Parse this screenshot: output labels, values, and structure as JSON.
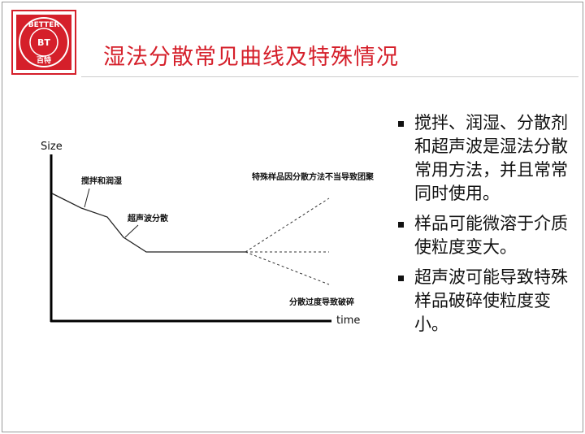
{
  "slide": {
    "title": "湿法分散常见曲线及特殊情况",
    "logo": {
      "text_top": "BETTER",
      "text_center": "BT",
      "text_bottom": "百特"
    },
    "colors": {
      "title": "#d51f2a",
      "logo_red": "#d51f2a"
    }
  },
  "diagram": {
    "y_axis_label": "Size",
    "x_axis_label": "time",
    "annotations": {
      "stir_wet": "搅拌和润湿",
      "ultrasonic": "超声波分散",
      "agglomerate": "特殊样品因分散方法不当导致团聚",
      "breakage": "分散过度导致破碎"
    }
  },
  "bullets": [
    "搅拌、润湿、分散剂和超声波是湿法分散常用方法，并且常常同时使用。",
    "样品可能微溶于介质使粒度变大。",
    "超声波可能导致特殊样品破碎使粒度变小。"
  ]
}
